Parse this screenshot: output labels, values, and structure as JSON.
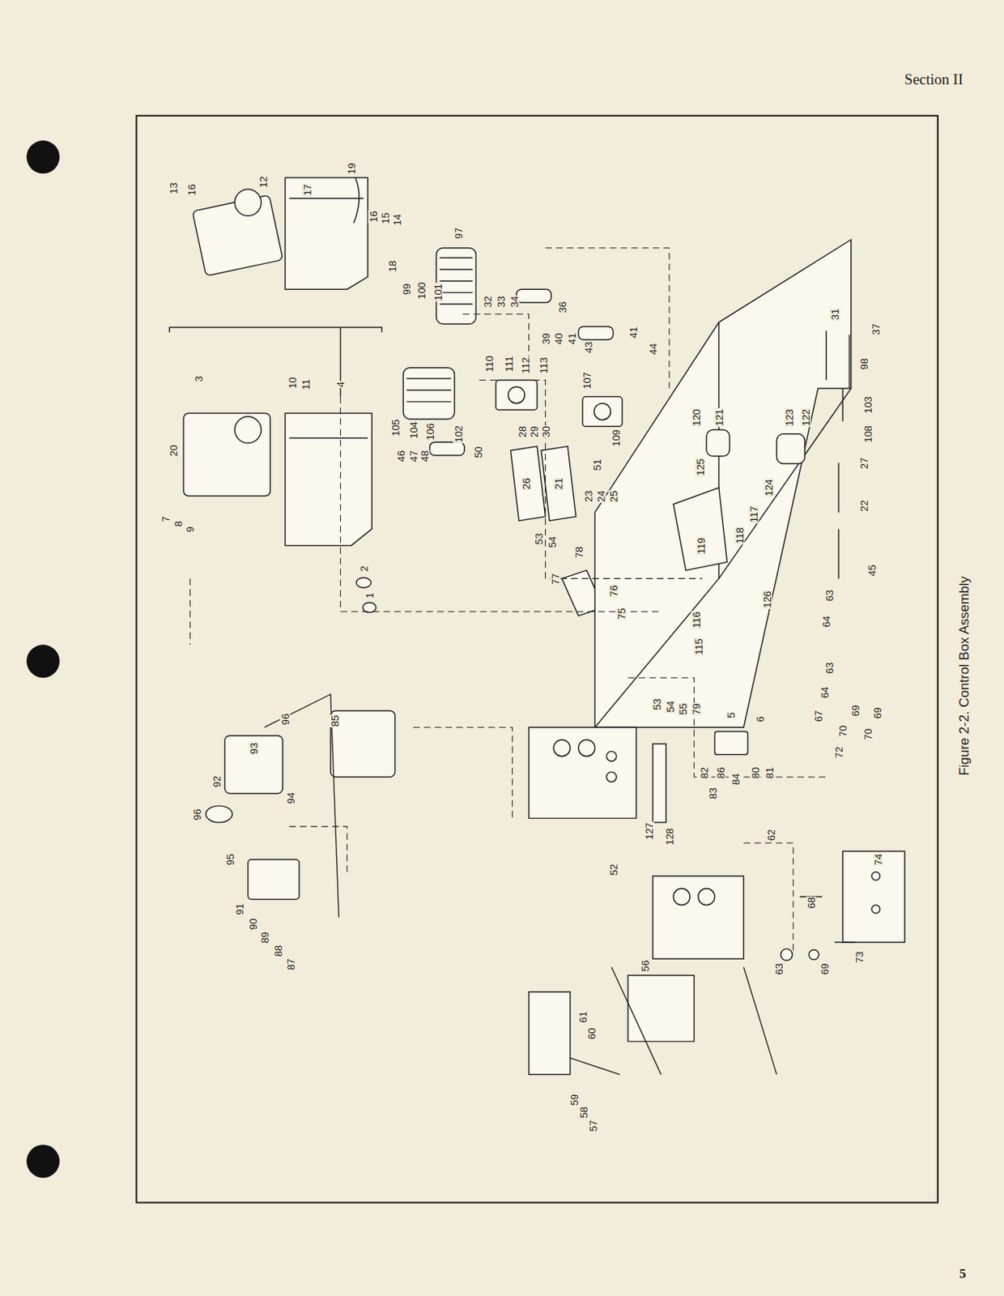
{
  "diagram": {
    "caption": "Figure 2-2. Control Box Assembly",
    "labels": [
      "Section II",
      "5",
      "13",
      "16",
      "12",
      "17",
      "19",
      "16",
      "15",
      "14",
      "18",
      "99",
      "100",
      "101",
      "97",
      "3",
      "10",
      "11",
      "4",
      "20",
      "7",
      "8",
      "9",
      "2",
      "1",
      "105",
      "104",
      "106",
      "102",
      "46",
      "47",
      "48",
      "50",
      "110",
      "111",
      "112",
      "113",
      "107",
      "109",
      "32",
      "33",
      "34",
      "36",
      "39",
      "40",
      "41",
      "43",
      "41",
      "44",
      "28",
      "29",
      "30",
      "26",
      "21",
      "51",
      "23",
      "24",
      "25",
      "53",
      "54",
      "77",
      "78",
      "76",
      "75",
      "120",
      "121",
      "123",
      "122",
      "125",
      "124",
      "117",
      "118",
      "119",
      "116",
      "115",
      "126",
      "31",
      "37",
      "98",
      "103",
      "108",
      "27",
      "22",
      "45",
      "53",
      "54",
      "55",
      "79",
      "5",
      "6",
      "82",
      "83",
      "86",
      "84",
      "80",
      "81",
      "63",
      "64",
      "63",
      "64",
      "67",
      "70",
      "69",
      "70",
      "69",
      "72",
      "93",
      "96",
      "94",
      "92",
      "95",
      "96",
      "85",
      "91",
      "90",
      "89",
      "88",
      "87",
      "127",
      "128",
      "52",
      "62",
      "74",
      "68",
      "73",
      "63",
      "69",
      "56",
      "61",
      "60",
      "59",
      "58",
      "57"
    ]
  }
}
